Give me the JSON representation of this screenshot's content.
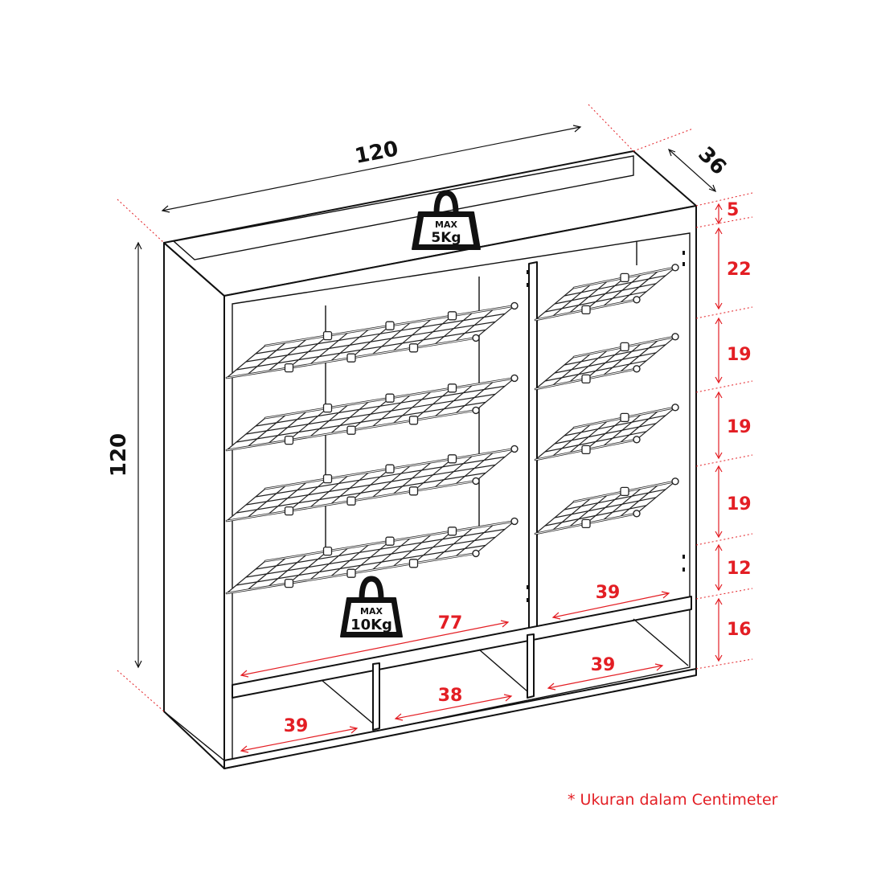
{
  "overall": {
    "width_label": "120",
    "height_label": "120",
    "depth_label": "36"
  },
  "section_heights": [
    "5",
    "22",
    "19",
    "19",
    "19",
    "12",
    "16"
  ],
  "inner_widths": {
    "left_compartment": "77",
    "right_compartment": "39",
    "bottom_right": "39",
    "bottom_middle": "38",
    "bottom_left": "39"
  },
  "weight_limits": {
    "top": {
      "max_label": "MAX",
      "value_label": "5Kg"
    },
    "shelf": {
      "max_label": "MAX",
      "value_label": "10Kg"
    }
  },
  "footnote": "* Ukuran dalam Centimeter",
  "colors": {
    "dimension_red": "#e31e24",
    "line_black": "#111111"
  }
}
